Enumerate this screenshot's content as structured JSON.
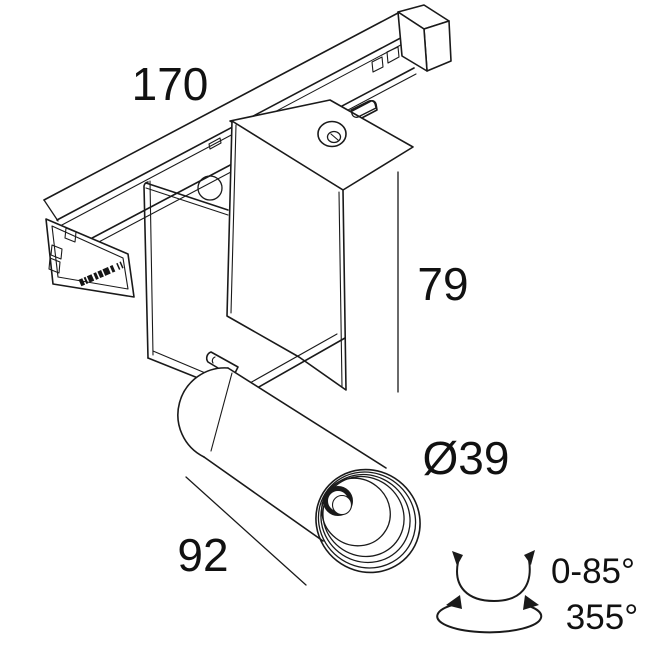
{
  "figure": {
    "type": "technical dimension drawing",
    "subject": "track-mounted cylindrical spotlight",
    "background_color": "#ffffff",
    "line_color": "#1a1a1a"
  },
  "dimensions": {
    "track_length": "170",
    "suspension_height": "79",
    "body_length": "92",
    "diameter": "Ø39"
  },
  "rotation": {
    "tilt_range": "0-85°",
    "pan_range": "355°"
  },
  "markings": {
    "track_underside_print": "illegible small product print on track underside"
  }
}
